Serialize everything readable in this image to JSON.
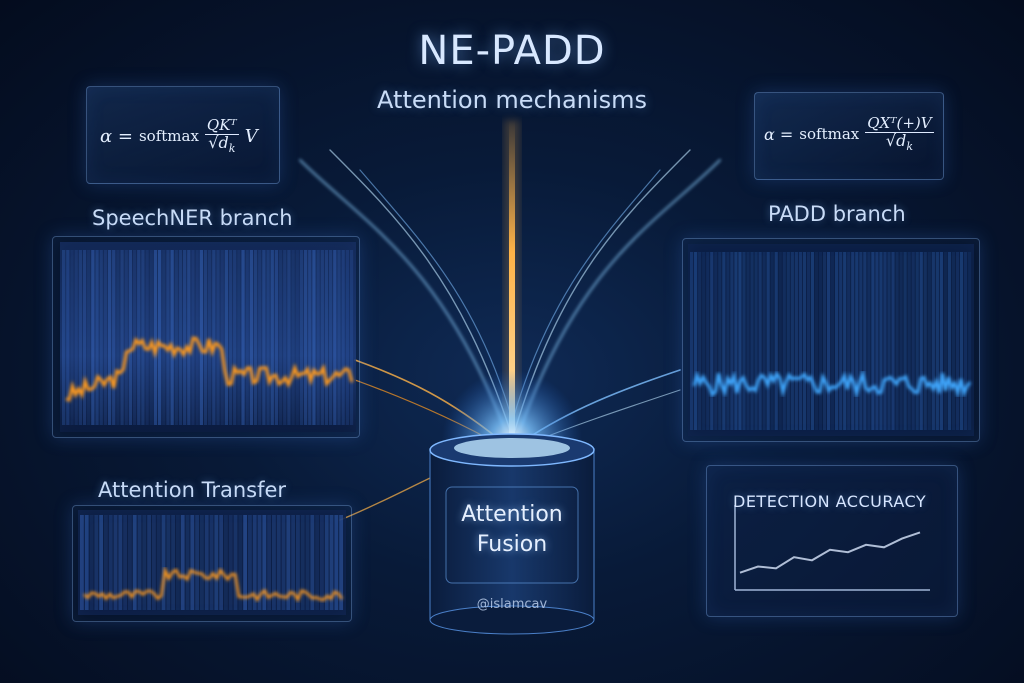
{
  "header": {
    "title": "NE-PADD",
    "subtitle": "Attention mechanisms"
  },
  "formulas": {
    "left": {
      "lhs": "α = ",
      "fn": "softmax",
      "num": "QKᵀ",
      "den": "√d",
      "den_sub": "k",
      "rhs": "V"
    },
    "right": {
      "lhs": "α = ",
      "fn": "softmax",
      "num": "QXᵀ(+)V",
      "den": "√d",
      "den_sub": "k",
      "rhs": ""
    }
  },
  "branches": {
    "left_label": "SpeechNER branch",
    "right_label": "PADD branch",
    "transfer_label": "Attention Transfer"
  },
  "fusion": {
    "line1": "Attention",
    "line2": "Fusion",
    "watermark": "@islamcav"
  },
  "accuracy_panel": {
    "label": "DETECTION ACCURACY",
    "trend": [
      0.15,
      0.25,
      0.22,
      0.4,
      0.35,
      0.52,
      0.48,
      0.6,
      0.56,
      0.7,
      0.8
    ]
  },
  "colors": {
    "accent_orange": "#ff9a1f",
    "accent_blue": "#3fa8ff",
    "beam": "#ffb347"
  }
}
